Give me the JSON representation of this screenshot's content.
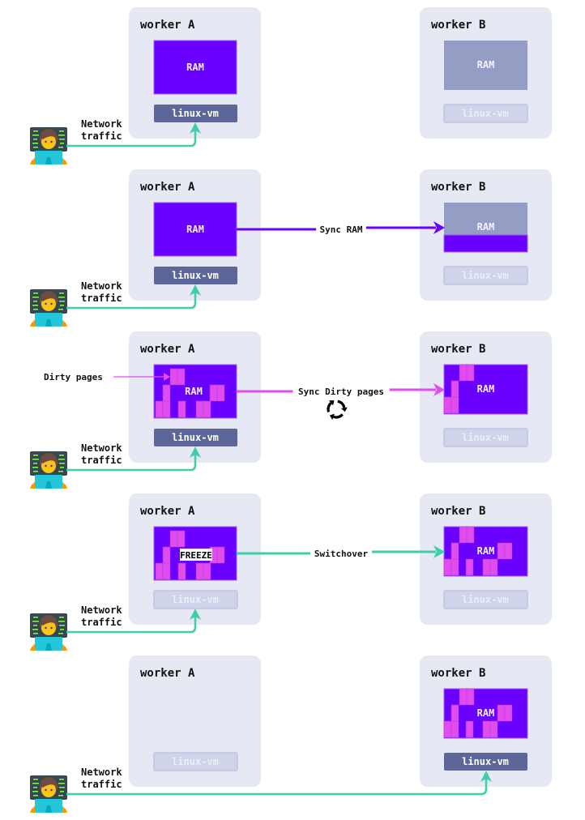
{
  "colors": {
    "worker_bg": "#e6e8f4",
    "ram_active": "#6a00ff",
    "ram_inactive": "#969dc4",
    "vm_active": "#5d6699",
    "vm_inactive": "#d0d4e8",
    "vm_inactive_text": "#eceef8",
    "dirty_page": "#e14cf0",
    "network_arrow": "#3ecfa5",
    "sync_arrow": "#6a00ff",
    "dirty_arrow": "#e14cf0",
    "switch_arrow": "#3ecfa5"
  },
  "labels": {
    "worker_a": "worker A",
    "worker_b": "worker B",
    "ram": "RAM",
    "vm": "linux-vm",
    "network_line1": "Network",
    "network_line2": "traffic",
    "freeze": "FREEZE",
    "dirty_pages": "Dirty pages",
    "sync_ram": "Sync RAM",
    "sync_dirty": "Sync Dirty pages",
    "switchover": "Switchover"
  },
  "icons": {
    "user": "person-at-laptop-icon",
    "sync": "refresh-cycle-icon"
  },
  "steps": [
    {
      "step": 1,
      "a": {
        "ram": "active",
        "ram_label": "RAM",
        "dirty": false,
        "vm": "active"
      },
      "b": {
        "ram": "inactive",
        "ram_label": "RAM",
        "partial_sync": false,
        "dirty": false,
        "vm": "inactive"
      },
      "traffic_to": "a",
      "link": null
    },
    {
      "step": 2,
      "a": {
        "ram": "active",
        "ram_label": "RAM",
        "dirty": false,
        "vm": "active"
      },
      "b": {
        "ram": "inactive",
        "ram_label": "RAM",
        "partial_sync": true,
        "dirty": false,
        "vm": "inactive"
      },
      "traffic_to": "a",
      "link": {
        "kind": "sync_ram",
        "label": "Sync RAM"
      }
    },
    {
      "step": 3,
      "a": {
        "ram": "active",
        "ram_label": "RAM",
        "dirty": "pattern_full",
        "vm": "active"
      },
      "b": {
        "ram": "active",
        "ram_label": "RAM",
        "partial_sync": false,
        "dirty": "pattern_left",
        "vm": "inactive"
      },
      "traffic_to": "a",
      "link": {
        "kind": "sync_dirty",
        "label": "Sync Dirty pages"
      },
      "annotation": "Dirty pages"
    },
    {
      "step": 4,
      "a": {
        "ram": "active",
        "ram_label": "FREEZE",
        "dirty": "pattern_full",
        "vm": "inactive"
      },
      "b": {
        "ram": "active",
        "ram_label": "RAM",
        "partial_sync": false,
        "dirty": "pattern_full",
        "vm": "inactive"
      },
      "traffic_to": "a",
      "link": {
        "kind": "switchover",
        "label": "Switchover"
      }
    },
    {
      "step": 5,
      "a": {
        "ram": "none",
        "ram_label": "",
        "dirty": false,
        "vm": "inactive"
      },
      "b": {
        "ram": "active",
        "ram_label": "RAM",
        "partial_sync": false,
        "dirty": "pattern_full",
        "vm": "active"
      },
      "traffic_to": "b",
      "link": null
    }
  ]
}
